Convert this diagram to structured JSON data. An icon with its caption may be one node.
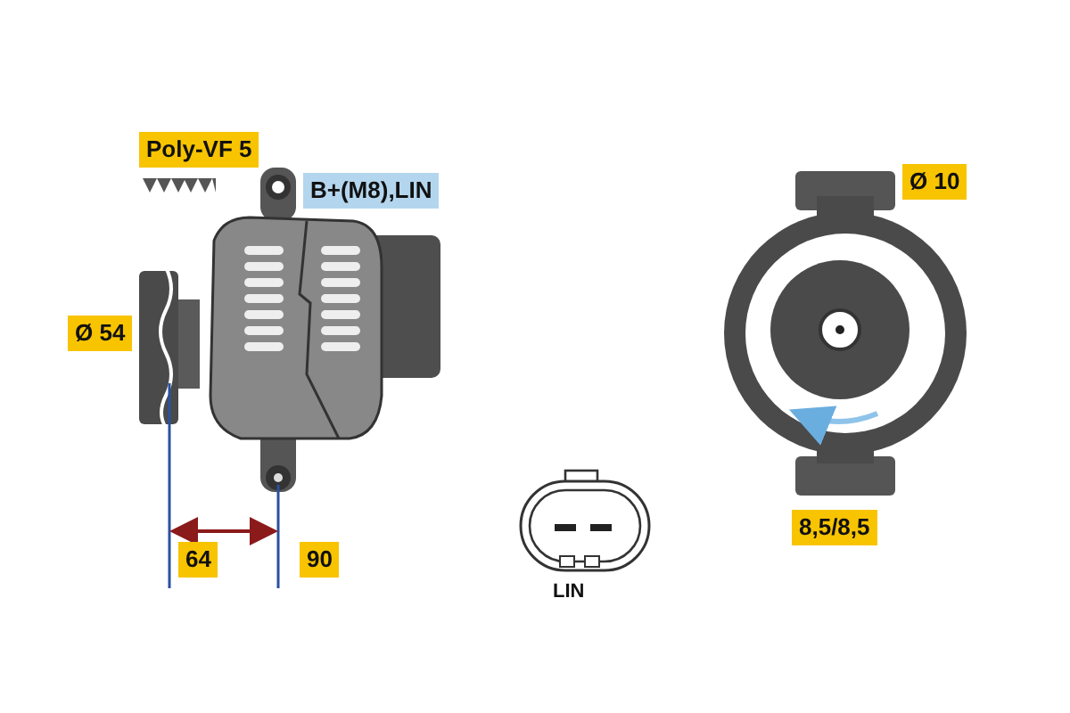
{
  "diagram": {
    "labels": [
      "Poly-VF 5",
      "Ø 10",
      "B+(M8),LIN",
      "Ø 54",
      "64",
      "90",
      "8,5/8,5",
      "LIN"
    ]
  }
}
